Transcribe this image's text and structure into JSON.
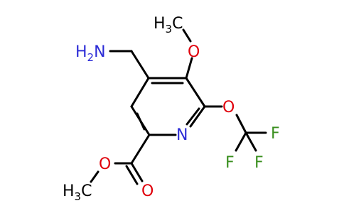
{
  "colors": {
    "carbon": "#000000",
    "oxygen": "#e0000b",
    "nitrogen": "#2b2bd6",
    "fluorine": "#3a8f1f"
  },
  "labels": {
    "methoxy_ch3": {
      "main": "H",
      "sub": "3",
      "tail": "C"
    },
    "methoxy_o": "O",
    "amine": {
      "main": "H",
      "sub": "2",
      "tail": "N"
    },
    "ring_n": "N",
    "ocf3_o": "O",
    "f1": "F",
    "f2": "F",
    "f3": "F",
    "ester_o_single": "O",
    "ester_o_double": "O",
    "ester_ch3": {
      "main": "H",
      "sub": "3",
      "tail": "C"
    }
  }
}
